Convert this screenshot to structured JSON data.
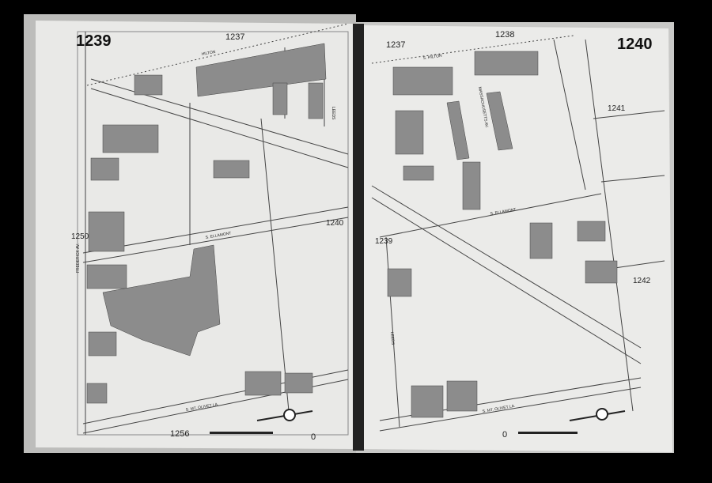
{
  "left_page": {
    "sheet_number": "1239",
    "adjacent_labels": {
      "top": "1237",
      "right": "1240",
      "left": "1250",
      "bottom": "1256",
      "bottom_right": "0"
    },
    "streets": [
      "HILTON",
      "LEEDS",
      "S. ELLAMONT",
      "FREDERICK AV.",
      "S. MT. OLIVET LA."
    ]
  },
  "right_page": {
    "sheet_number": "1240",
    "adjacent_labels": {
      "top_left": "1237",
      "top": "1238",
      "right_upper": "1241",
      "right_lower": "1242",
      "left": "1239",
      "bottom": "0"
    },
    "streets": [
      "S. HILTON",
      "MASSACHUSETTS AV.",
      "S. ELLAMONT",
      "LEEDS",
      "S. MT. OLIVET LA."
    ]
  },
  "colors": {
    "background": "#000000",
    "page": "#e9e9e7",
    "building": "#8c8c8c",
    "line": "#333333"
  }
}
